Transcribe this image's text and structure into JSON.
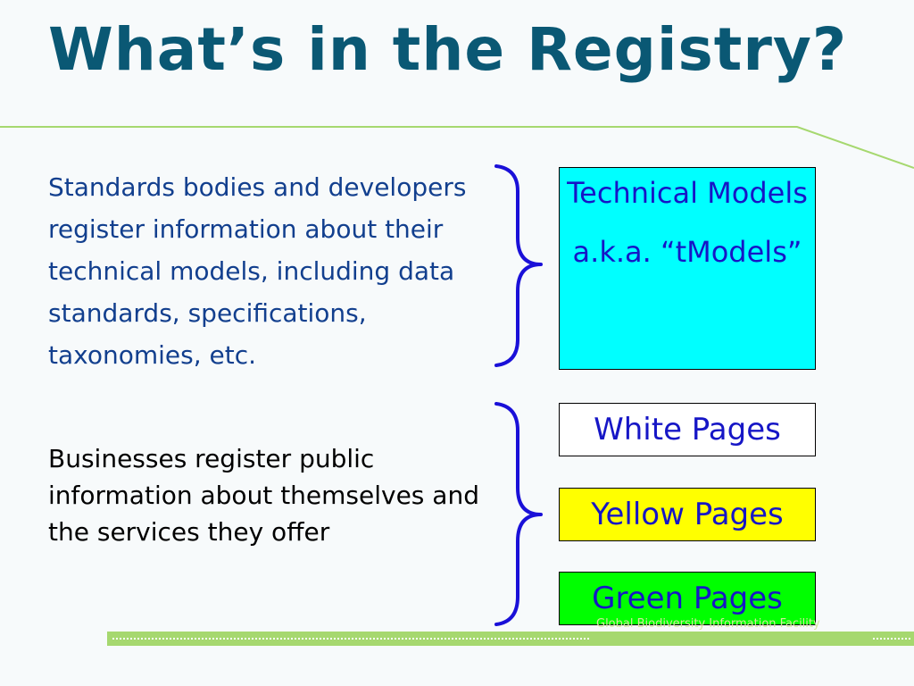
{
  "slide": {
    "title": "What’s in the Registry?",
    "technical_text": "Standards bodies and developers register information about their technical models, including data standards, specifications, taxonomies, etc.",
    "business_text": "Businesses register public information about themselves and the services they offer",
    "boxes": {
      "technical_models": {
        "line1": "Technical Models",
        "line2": "a.k.a. “tModels”"
      },
      "white_pages": "White Pages",
      "yellow_pages": "Yellow Pages",
      "green_pages": "Green Pages"
    },
    "footer": {
      "organization": "Global Biodiversity Information Facility"
    }
  },
  "colors": {
    "title": "#0a5874",
    "accent_line": "#a6d86f",
    "technical_text": "#123f8e",
    "brace": "#1a10d8",
    "box_text": "#1616c6",
    "technical_box": "#00ffff",
    "white_box": "#ffffff",
    "yellow_box": "#ffff00",
    "green_box": "#00ff00"
  }
}
